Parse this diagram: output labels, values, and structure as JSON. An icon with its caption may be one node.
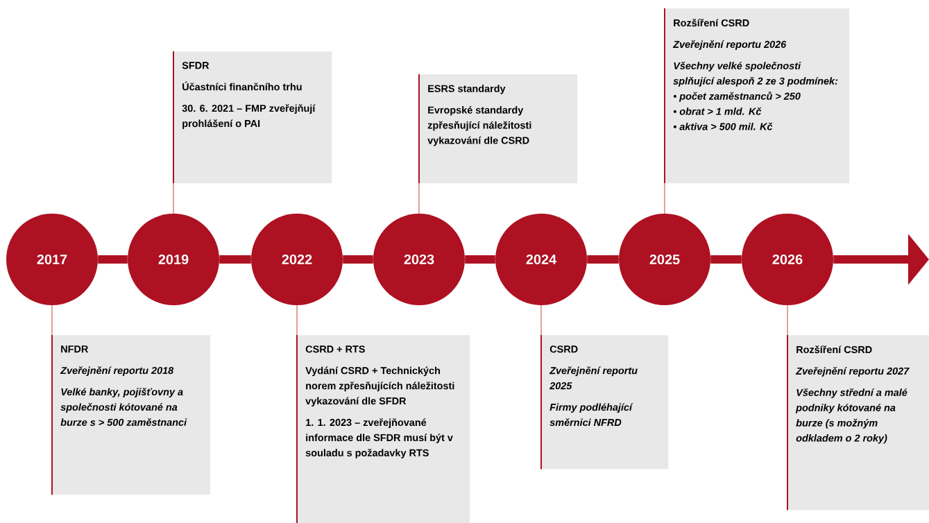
{
  "diagram": {
    "nodes": [
      {
        "text": [
          "2017"
        ]
      },
      {
        "text": [
          "2019"
        ]
      },
      {
        "text": [
          "2022"
        ]
      },
      {
        "text": [
          "2023"
        ]
      },
      {
        "text": [
          "2024"
        ]
      },
      {
        "text": [
          "2025"
        ]
      },
      {
        "text": [
          "2026"
        ]
      },
      {
        "text": [
          "NFDR",
          "Zveřejnění reportu 2018",
          "Velké banky, pojišťovny a společnosti kótované na burze s > 500 zaměstnanci"
        ]
      },
      {
        "text": [
          "SFDR",
          "Účastníci finančního trhu",
          "30. 6. 2021 – FMP zveřejňují prohlášení o PAI"
        ]
      },
      {
        "text": [
          "CSRD + RTS",
          "Vydání CSRD + Technických norem zpřesňujících náležitosti vykazování dle SFDR",
          "1. 1. 2023 – zveřejňované informace dle SFDR musí být v souladu s požadavky RTS"
        ]
      },
      {
        "text": [
          "ESRS standardy",
          "Evropské standardy zpřesňující náležitosti vykazování dle CSRD"
        ]
      },
      {
        "text": [
          "CSRD",
          "Zveřejnění reportu 2025",
          "Firmy podléhající směrnici NFRD"
        ]
      },
      {
        "text": [
          "Rozšíření CSRD",
          "Zveřejnění reportu 2026",
          "Všechny velké společnosti splňující alespoň 2 ze 3 podmínek:",
          "• počet zaměstnanců > 250",
          "• obrat > 1 mld. Kč",
          "• aktiva > 500 mil. Kč"
        ]
      },
      {
        "text": [
          "Rozšíření CSRD",
          "Zveřejnění reportu 2027",
          "Všechny střední a malé podniky kótované na burze (s možným odkladem o 2 roky)"
        ]
      }
    ],
    "edges": [
      {
        "from": 0,
        "to": 1,
        "arrow": "none",
        "style": "thick"
      },
      {
        "from": 1,
        "to": 2,
        "arrow": "none",
        "style": "thick"
      },
      {
        "from": 2,
        "to": 3,
        "arrow": "none",
        "style": "thick"
      },
      {
        "from": 3,
        "to": 4,
        "arrow": "none",
        "style": "thick"
      },
      {
        "from": 4,
        "to": 5,
        "arrow": "none",
        "style": "thick"
      },
      {
        "from": 5,
        "to": 6,
        "arrow": "none",
        "style": "thick"
      },
      {
        "from": 6,
        "to": null,
        "arrow": "to",
        "style": "thick"
      },
      {
        "from": 0,
        "to": 7,
        "arrow": "none",
        "color": "#e3a09a"
      },
      {
        "from": 1,
        "to": 8,
        "arrow": "none",
        "color": "#e3a09a"
      },
      {
        "from": 2,
        "to": 9,
        "arrow": "none",
        "color": "#e3a09a"
      },
      {
        "from": 3,
        "to": 10,
        "arrow": "none",
        "color": "#e3a09a"
      },
      {
        "from": 4,
        "to": 11,
        "arrow": "none",
        "color": "#e3a09a"
      },
      {
        "from": 5,
        "to": 12,
        "arrow": "none",
        "color": "#e3a09a"
      },
      {
        "from": 6,
        "to": 13,
        "arrow": "none",
        "color": "#e3a09a"
      }
    ]
  }
}
